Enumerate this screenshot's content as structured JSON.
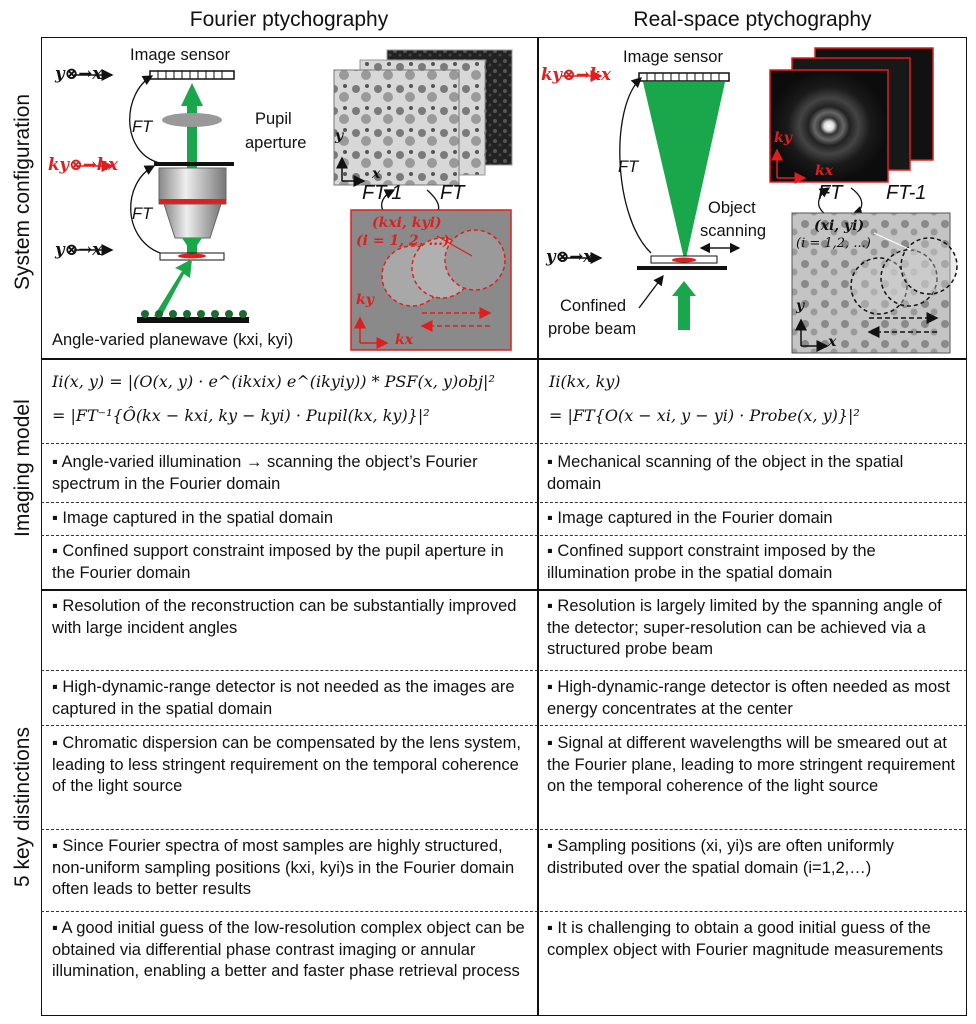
{
  "headers": {
    "left": "Fourier ptychography",
    "right": "Real-space ptychography"
  },
  "row_labels": {
    "system": "System configuration",
    "model": "Imaging model",
    "distinctions": "5 key distinctions"
  },
  "left_figure": {
    "image_sensor": "Image sensor",
    "pupil_aperture_1": "Pupil",
    "pupil_aperture_2": "aperture",
    "ft_top": "FT",
    "ft_bottom": "FT",
    "axis_top": "y⊗→x",
    "axis_k": "ky⊗→kx",
    "axis_bottom": "y⊗→x",
    "ft_inv": "FT-1",
    "ft": "FT",
    "caption": "Angle-varied planewave (kxi, kyi)",
    "spot_label_1": "(kxi, kyi)",
    "spot_label_2": "(i = 1, 2, ...)",
    "inset_x": "x",
    "inset_y": "y",
    "inset_kx": "kx",
    "inset_ky": "ky"
  },
  "right_figure": {
    "image_sensor": "Image sensor",
    "ft_mid": "FT",
    "axis_k": "ky⊗→kx",
    "axis_bottom": "y⊗→x",
    "object_scanning_1": "Object",
    "object_scanning_2": "scanning",
    "confined_1": "Confined",
    "confined_2": "probe beam",
    "ft": "FT",
    "ft_inv": "FT-1",
    "spot_label_1": "(xi, yi)",
    "spot_label_2": "(i = 1,2, ...)",
    "inset_kx": "kx",
    "inset_ky": "ky",
    "inset_x": "x",
    "inset_y": "y"
  },
  "model": {
    "left_line1": "Ii(x, y) = |(O(x, y) · e^(ikxix) e^(ikyiy)) * PSF(x, y)obj|²",
    "left_line2": "= |FT⁻¹{Ô(kx − kxi, ky − kyi) · Pupil(kx, ky)}|²",
    "right_line1": "Ii(kx, ky)",
    "right_line2": "= |FT{O(x − xi, y − yi) · Probe(x, y)}|²"
  },
  "model_rows": [
    {
      "left": "▪ Angle-varied illumination → scanning the object’s Fourier spectrum in the Fourier domain",
      "right": "▪ Mechanical scanning of the object in the spatial domain"
    },
    {
      "left": "▪ Image captured in the spatial domain",
      "right": "▪ Image captured in the Fourier domain"
    },
    {
      "left": "▪ Confined support constraint imposed by the pupil aperture in the Fourier domain",
      "right": "▪ Confined support constraint imposed by the illumination probe in the spatial domain"
    }
  ],
  "distinction_rows": [
    {
      "left": "▪ Resolution of the reconstruction can be substantially improved with large incident angles",
      "right": "▪ Resolution is largely limited by the spanning angle of the detector; super-resolution can be achieved via a structured probe beam"
    },
    {
      "left": "▪ High-dynamic-range detector is not needed as the images are captured in the spatial domain",
      "right": "▪ High-dynamic-range detector is often needed as most energy concentrates at the center"
    },
    {
      "left": "▪ Chromatic dispersion can be compensated by the lens system, leading to less stringent requirement on the temporal coherence of the light source",
      "right": "▪ Signal at different wavelengths will be smeared out at the Fourier plane, leading to more stringent requirement on the temporal coherence of the light source"
    },
    {
      "left": "▪ Since Fourier spectra of most samples are highly structured, non-uniform sampling positions (kxi, kyi)s in the Fourier domain often leads to better results",
      "right": "▪ Sampling positions (xi, yi)s are often uniformly distributed over the spatial domain (i=1,2,…)"
    },
    {
      "left": "▪ A good initial guess of the low-resolution complex object can be obtained via differential phase contrast imaging or annular illumination, enabling a better and faster phase retrieval process",
      "right": "▪ It is challenging to obtain a good initial guess of the complex object with Fourier magnitude measurements"
    }
  ],
  "colors": {
    "green": "#1aa64a",
    "red": "#e01e1e",
    "black": "#111111"
  }
}
